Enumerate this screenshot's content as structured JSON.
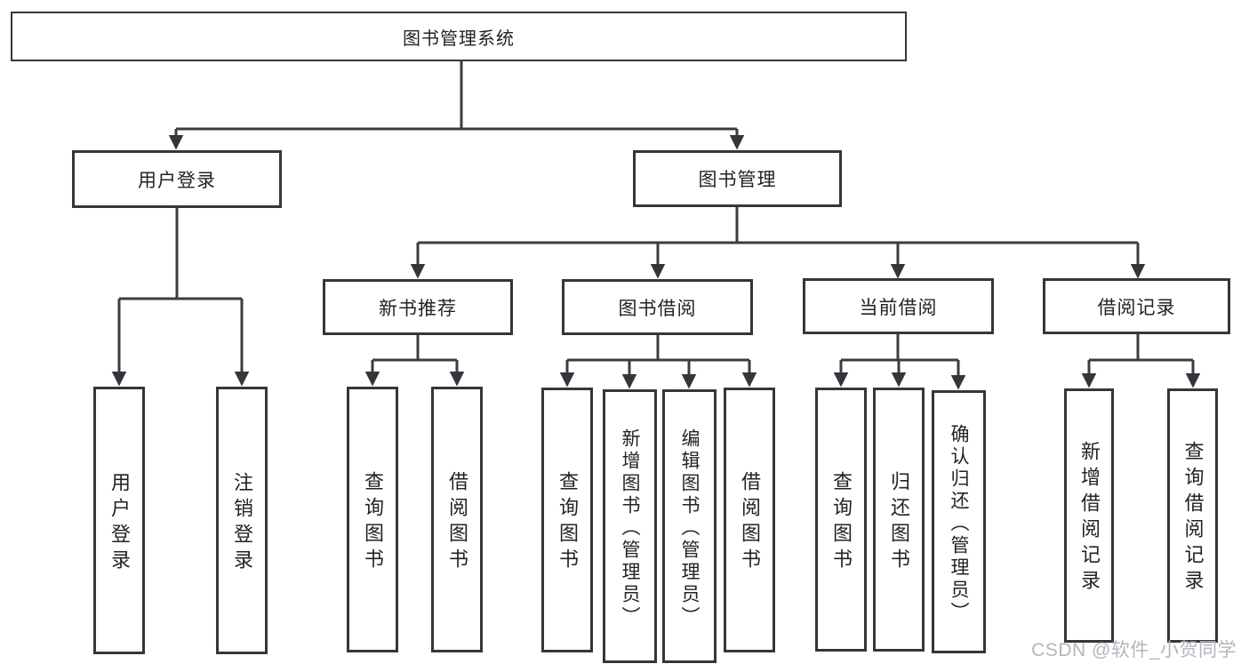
{
  "diagram": {
    "type": "function-structure-tree",
    "colors": {
      "line": "#3a3d42",
      "box_border": "#33363a",
      "box_fill": "#ffffff",
      "text": "#212326",
      "watermark_text": "#b3b6bb"
    }
  },
  "tree": {
    "root": {
      "label": "图书管理系统",
      "children": [
        {
          "label": "用户登录",
          "children": [
            {
              "label": "用户登录"
            },
            {
              "label": "注销登录"
            }
          ]
        },
        {
          "label": "图书管理",
          "children": [
            {
              "label": "新书推荐",
              "children": [
                {
                  "label": "查询图书"
                },
                {
                  "label": "借阅图书"
                }
              ]
            },
            {
              "label": "图书借阅",
              "children": [
                {
                  "label": "查询图书"
                },
                {
                  "label": "新增图书（管理员）"
                },
                {
                  "label": "编辑图书（管理员）"
                },
                {
                  "label": "借阅图书"
                }
              ]
            },
            {
              "label": "当前借阅",
              "children": [
                {
                  "label": "查询图书"
                },
                {
                  "label": "归还图书"
                },
                {
                  "label": "确认归还（管理员）"
                }
              ]
            },
            {
              "label": "借阅记录",
              "children": [
                {
                  "label": "新增借阅记录"
                },
                {
                  "label": "查询借阅记录"
                }
              ]
            }
          ]
        }
      ]
    }
  },
  "watermark": {
    "text": "CSDN @软件_小贺同学"
  }
}
